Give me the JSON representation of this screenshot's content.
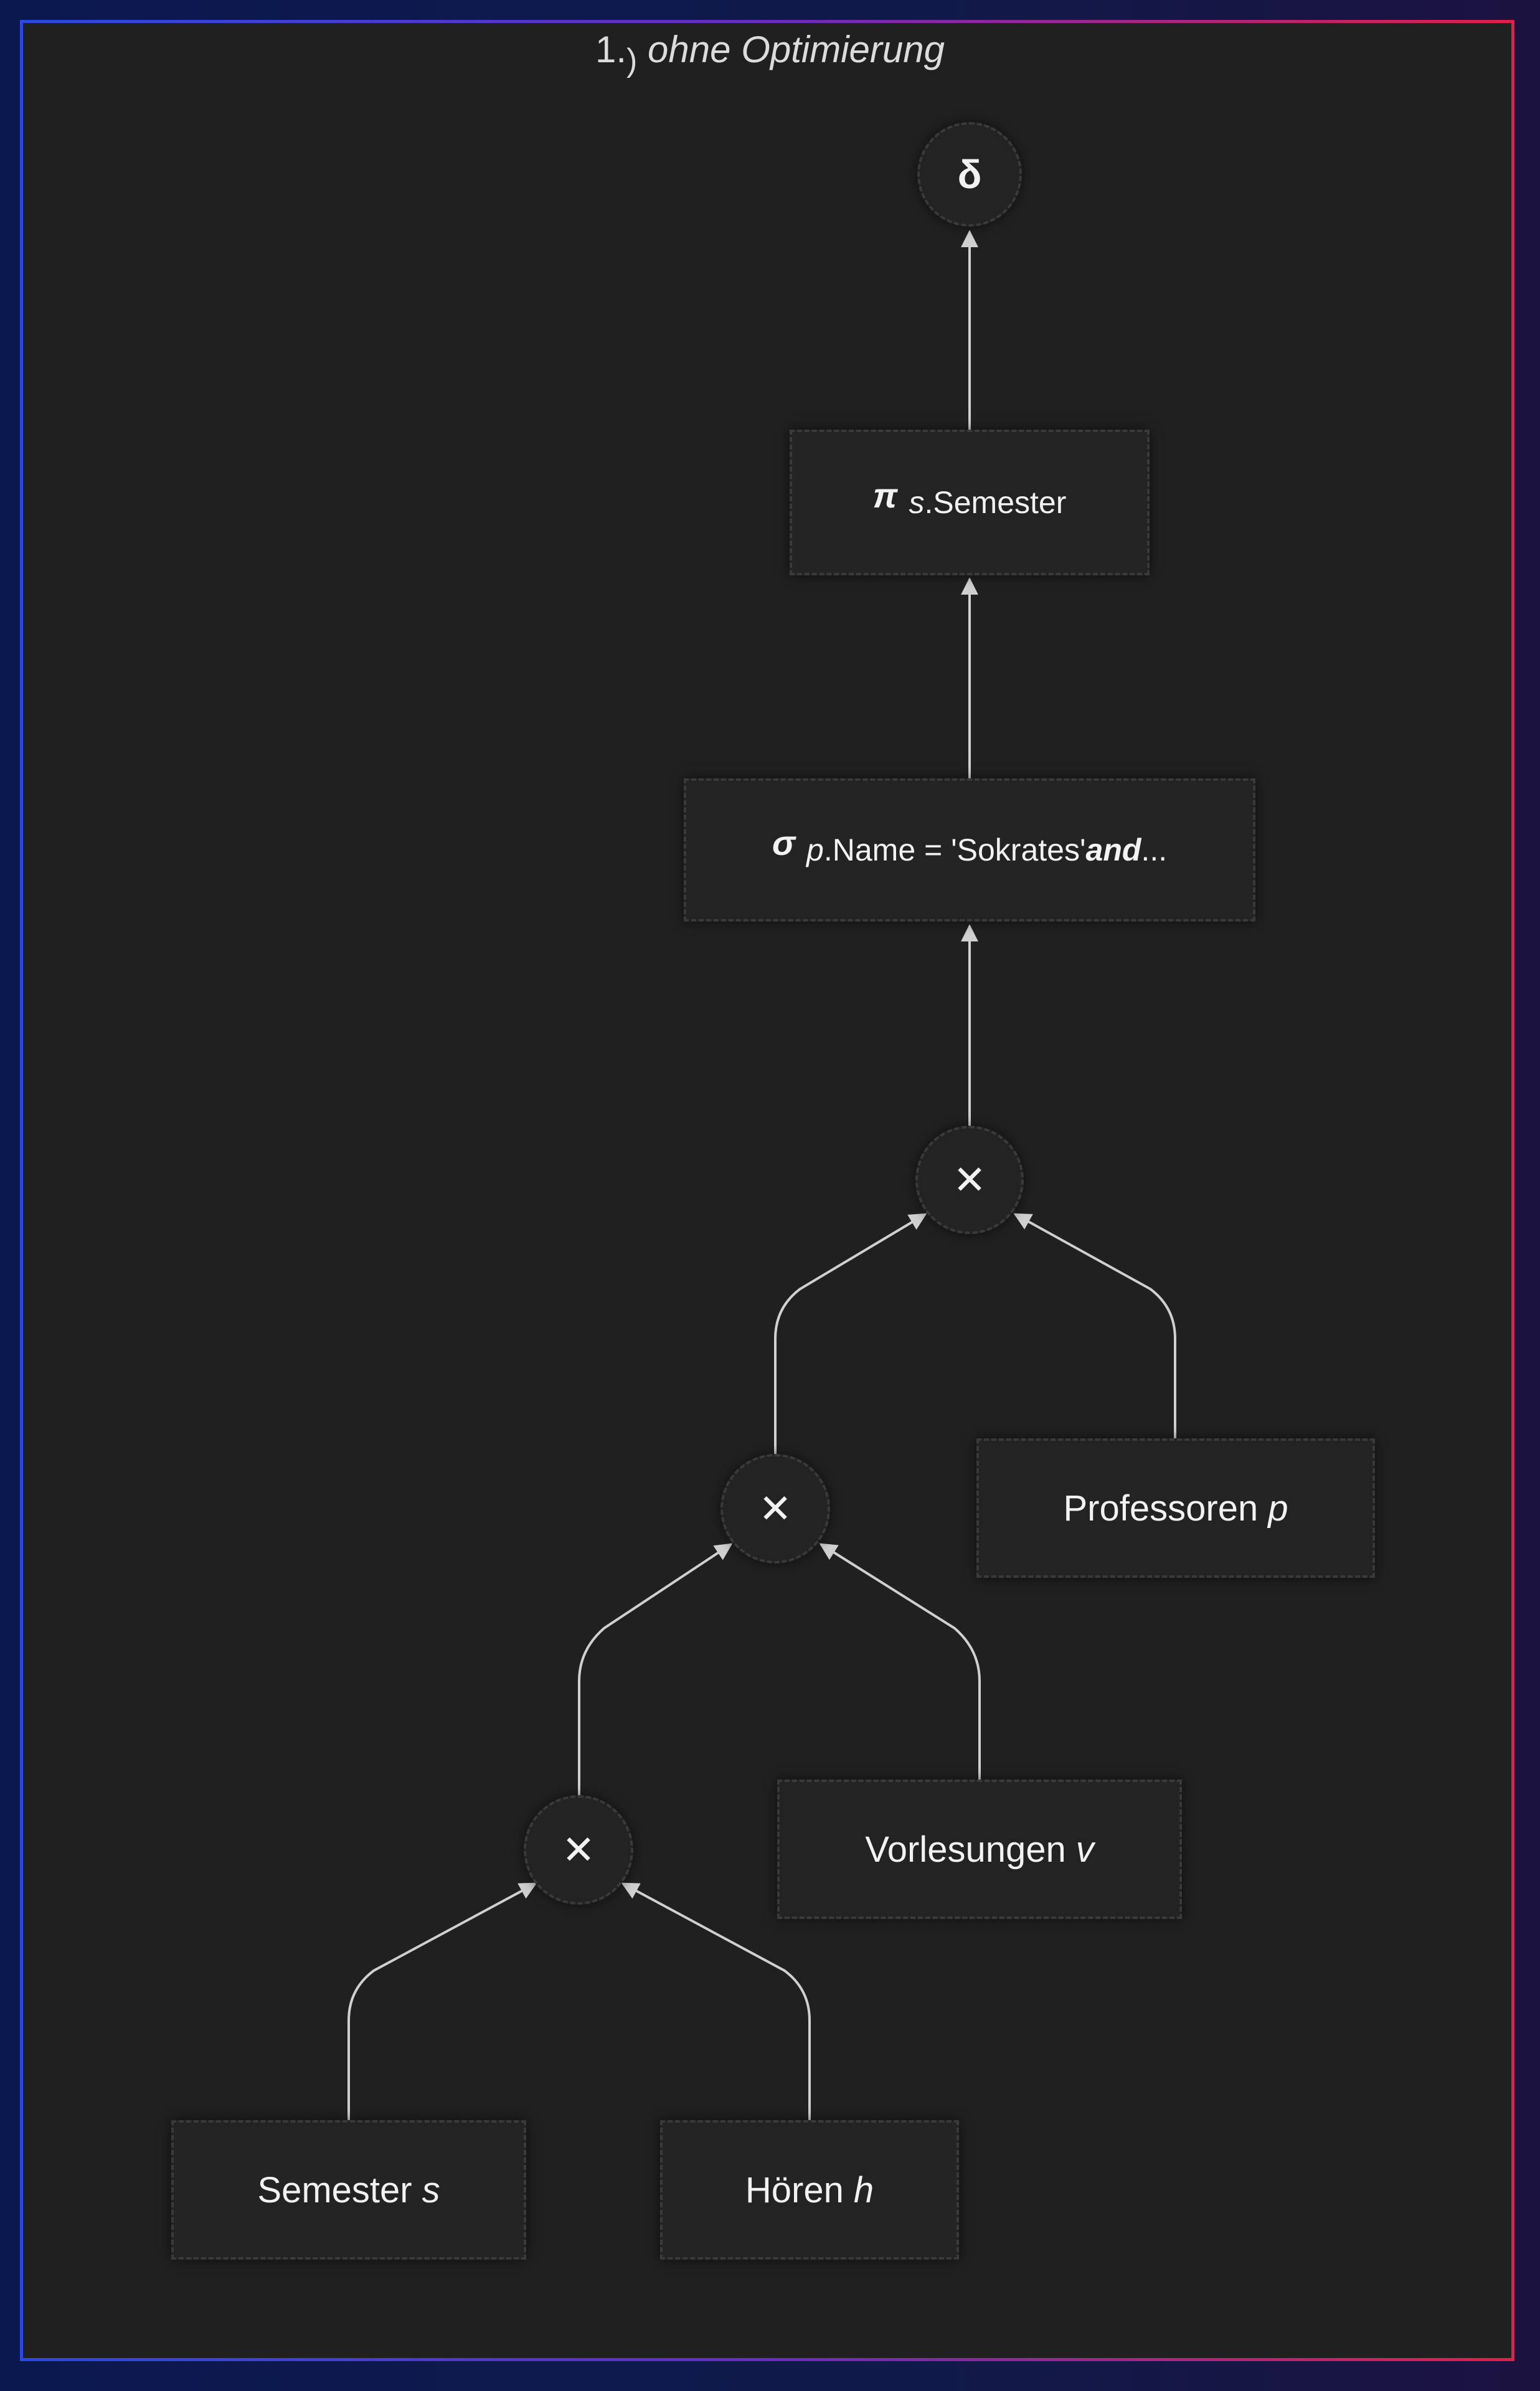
{
  "title": {
    "number": "1.",
    "paren": ")",
    "text": "ohne Optimierung"
  },
  "nodes": {
    "dedup": {
      "symbol": "δ"
    },
    "projection": {
      "symbol": "π",
      "var": "s",
      "attr": ".Semester"
    },
    "selection": {
      "symbol": "σ",
      "var": "p",
      "cond": ".Name = 'Sokrates' ",
      "and": "and",
      "ellipsis": "..."
    },
    "cross_top": {
      "symbol": "✕"
    },
    "cross_mid": {
      "symbol": "✕"
    },
    "cross_bottom": {
      "symbol": "✕"
    },
    "professoren": {
      "name": "Professoren",
      "alias": "p"
    },
    "vorlesungen": {
      "name": "Vorlesungen",
      "alias": "v"
    },
    "semester": {
      "name": "Semester",
      "alias": "s"
    },
    "hoeren": {
      "name": "Hören",
      "alias": "h"
    }
  },
  "colors": {
    "background": "#202020",
    "node_fill": "#232323",
    "node_border": "#3a3a3a",
    "edge": "#d0d0d0",
    "text": "#f2f2f2",
    "frame_left": "#2b4be0",
    "frame_right": "#e0204a"
  }
}
